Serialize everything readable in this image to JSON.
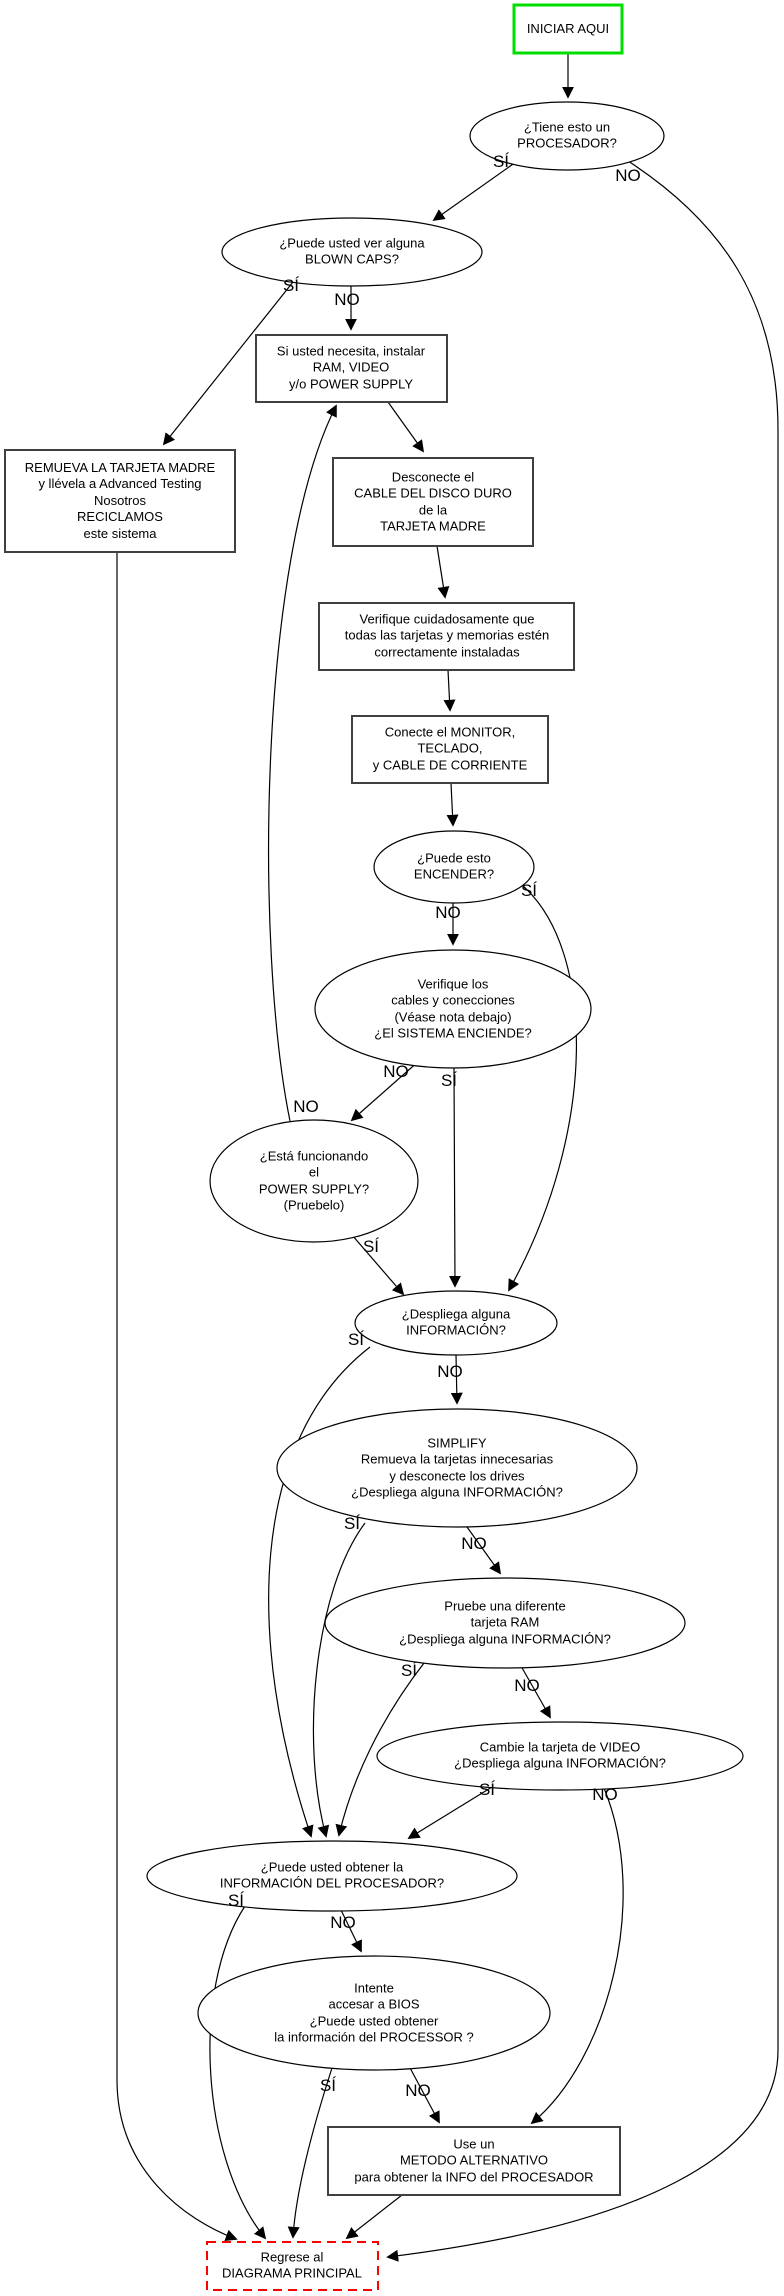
{
  "diagram": {
    "background_color": "#ffffff",
    "edge_color": "#000000",
    "node_border_color": "#000000",
    "start_border_color": "#00df00",
    "return_border_color": "#ff0000"
  },
  "nodes": {
    "start": {
      "shape": "rect-green",
      "label": "INICIAR AQUI"
    },
    "processor": {
      "shape": "ellipse",
      "label": [
        "¿Tiene esto un",
        "PROCESADOR?"
      ]
    },
    "blown_caps": {
      "shape": "ellipse",
      "label": [
        "¿Puede usted ver alguna",
        "BLOWN CAPS?"
      ]
    },
    "install": {
      "shape": "rect",
      "label": [
        "Si usted necesita, instalar",
        "RAM, VIDEO",
        "y/o POWER SUPPLY"
      ]
    },
    "remove_board": {
      "shape": "rect",
      "label": [
        "REMUEVA LA TARJETA MADRE",
        "y llévela a Advanced Testing",
        "Nosotros",
        "RECICLAMOS",
        "este sistema"
      ]
    },
    "disconnect": {
      "shape": "rect",
      "label": [
        "Desconecte el",
        "CABLE DEL DISCO DURO",
        "de la",
        "TARJETA MADRE"
      ]
    },
    "verify": {
      "shape": "rect",
      "label": [
        "Verifique cuidadosamente que",
        "todas las tarjetas y memorias estén",
        "correctamente instaladas"
      ]
    },
    "connect": {
      "shape": "rect",
      "label": [
        "Conecte el MONITOR,",
        "TECLADO,",
        "y CABLE DE CORRIENTE"
      ]
    },
    "power_on": {
      "shape": "ellipse",
      "label": [
        "¿Puede esto",
        "ENCENDER?"
      ]
    },
    "cables": {
      "shape": "ellipse",
      "label": [
        "Verifique los",
        "cables y conecciones",
        "(Véase nota debajo)",
        "¿El SISTEMA ENCIENDE?"
      ]
    },
    "psu": {
      "shape": "ellipse",
      "label": [
        "¿Está funcionando",
        "el",
        "POWER SUPPLY?",
        "(Pruebelo)"
      ]
    },
    "display": {
      "shape": "ellipse",
      "label": [
        "¿Despliega alguna",
        "INFORMACIÓN?"
      ]
    },
    "simplify": {
      "shape": "ellipse",
      "label": [
        "SIMPLIFY",
        "Remueva la tarjetas innecesarias",
        "y desconecte los drives",
        "¿Despliega alguna INFORMACIÓN?"
      ]
    },
    "ram": {
      "shape": "ellipse",
      "label": [
        "Pruebe una diferente",
        "tarjeta RAM",
        "¿Despliega alguna INFORMACIÓN?"
      ]
    },
    "video": {
      "shape": "ellipse",
      "label": [
        "Cambie la tarjeta de VIDEO",
        "¿Despliega alguna INFORMACIÓN?"
      ]
    },
    "proc_info": {
      "shape": "ellipse",
      "label": [
        "¿Puede usted obtener la",
        "INFORMACIÓN DEL PROCESADOR?"
      ]
    },
    "bios": {
      "shape": "ellipse",
      "label": [
        "Intente",
        "accesar a BIOS",
        "¿Puede usted obtener",
        "la información del PROCESSOR ?"
      ]
    },
    "alt_method": {
      "shape": "rect",
      "label": [
        "Use un",
        "METODO ALTERNATIVO",
        "para obtener la INFO del PROCESADOR"
      ]
    },
    "return_main": {
      "shape": "rect-red-dashed",
      "label": [
        "Regrese al",
        "DIAGRAMA PRINCIPAL"
      ]
    }
  },
  "edge_labels": {
    "processor_yes": "SÍ",
    "processor_no": "NO",
    "blown_caps_yes": "SÍ",
    "blown_caps_no": "NO",
    "power_on_no": "NO",
    "power_on_yes": "SÍ",
    "cables_no": "NO",
    "cables_yes": "SÍ",
    "psu_no": "NO",
    "psu_yes": "SÍ",
    "display_yes": "SÍ",
    "display_no": "NO",
    "simplify_yes": "SÍ",
    "simplify_no": "NO",
    "ram_yes": "SÍ",
    "ram_no": "NO",
    "video_yes": "SÍ",
    "video_no": "NO",
    "proc_info_yes": "SÍ",
    "proc_info_no": "NO",
    "bios_yes": "SÍ",
    "bios_no": "NO"
  }
}
